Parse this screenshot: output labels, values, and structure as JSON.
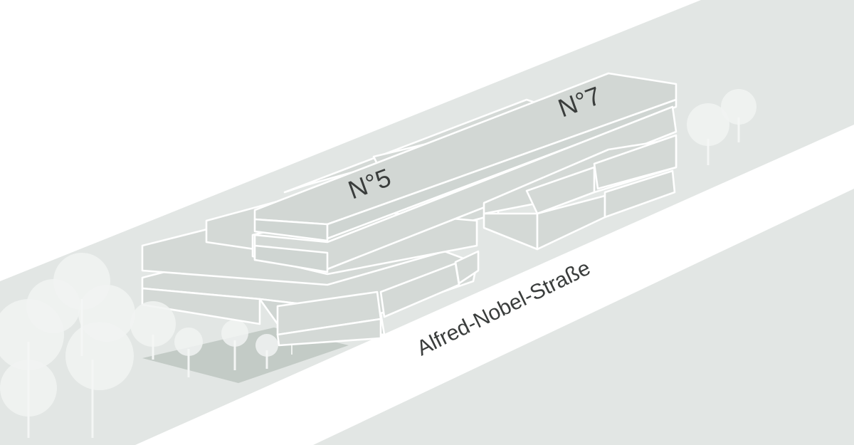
{
  "labels": {
    "building_left": "N°5",
    "building_right": "N°7",
    "street": "Alfred-Nobel-Straße"
  },
  "colors": {
    "ground": "#e2e6e4",
    "road": "#ffffff",
    "building": "#d4d9d6",
    "courtyard": "#c3cbc6",
    "outline": "#ffffff",
    "trees": "#f1f3f2",
    "text": "#3a3d3c"
  }
}
